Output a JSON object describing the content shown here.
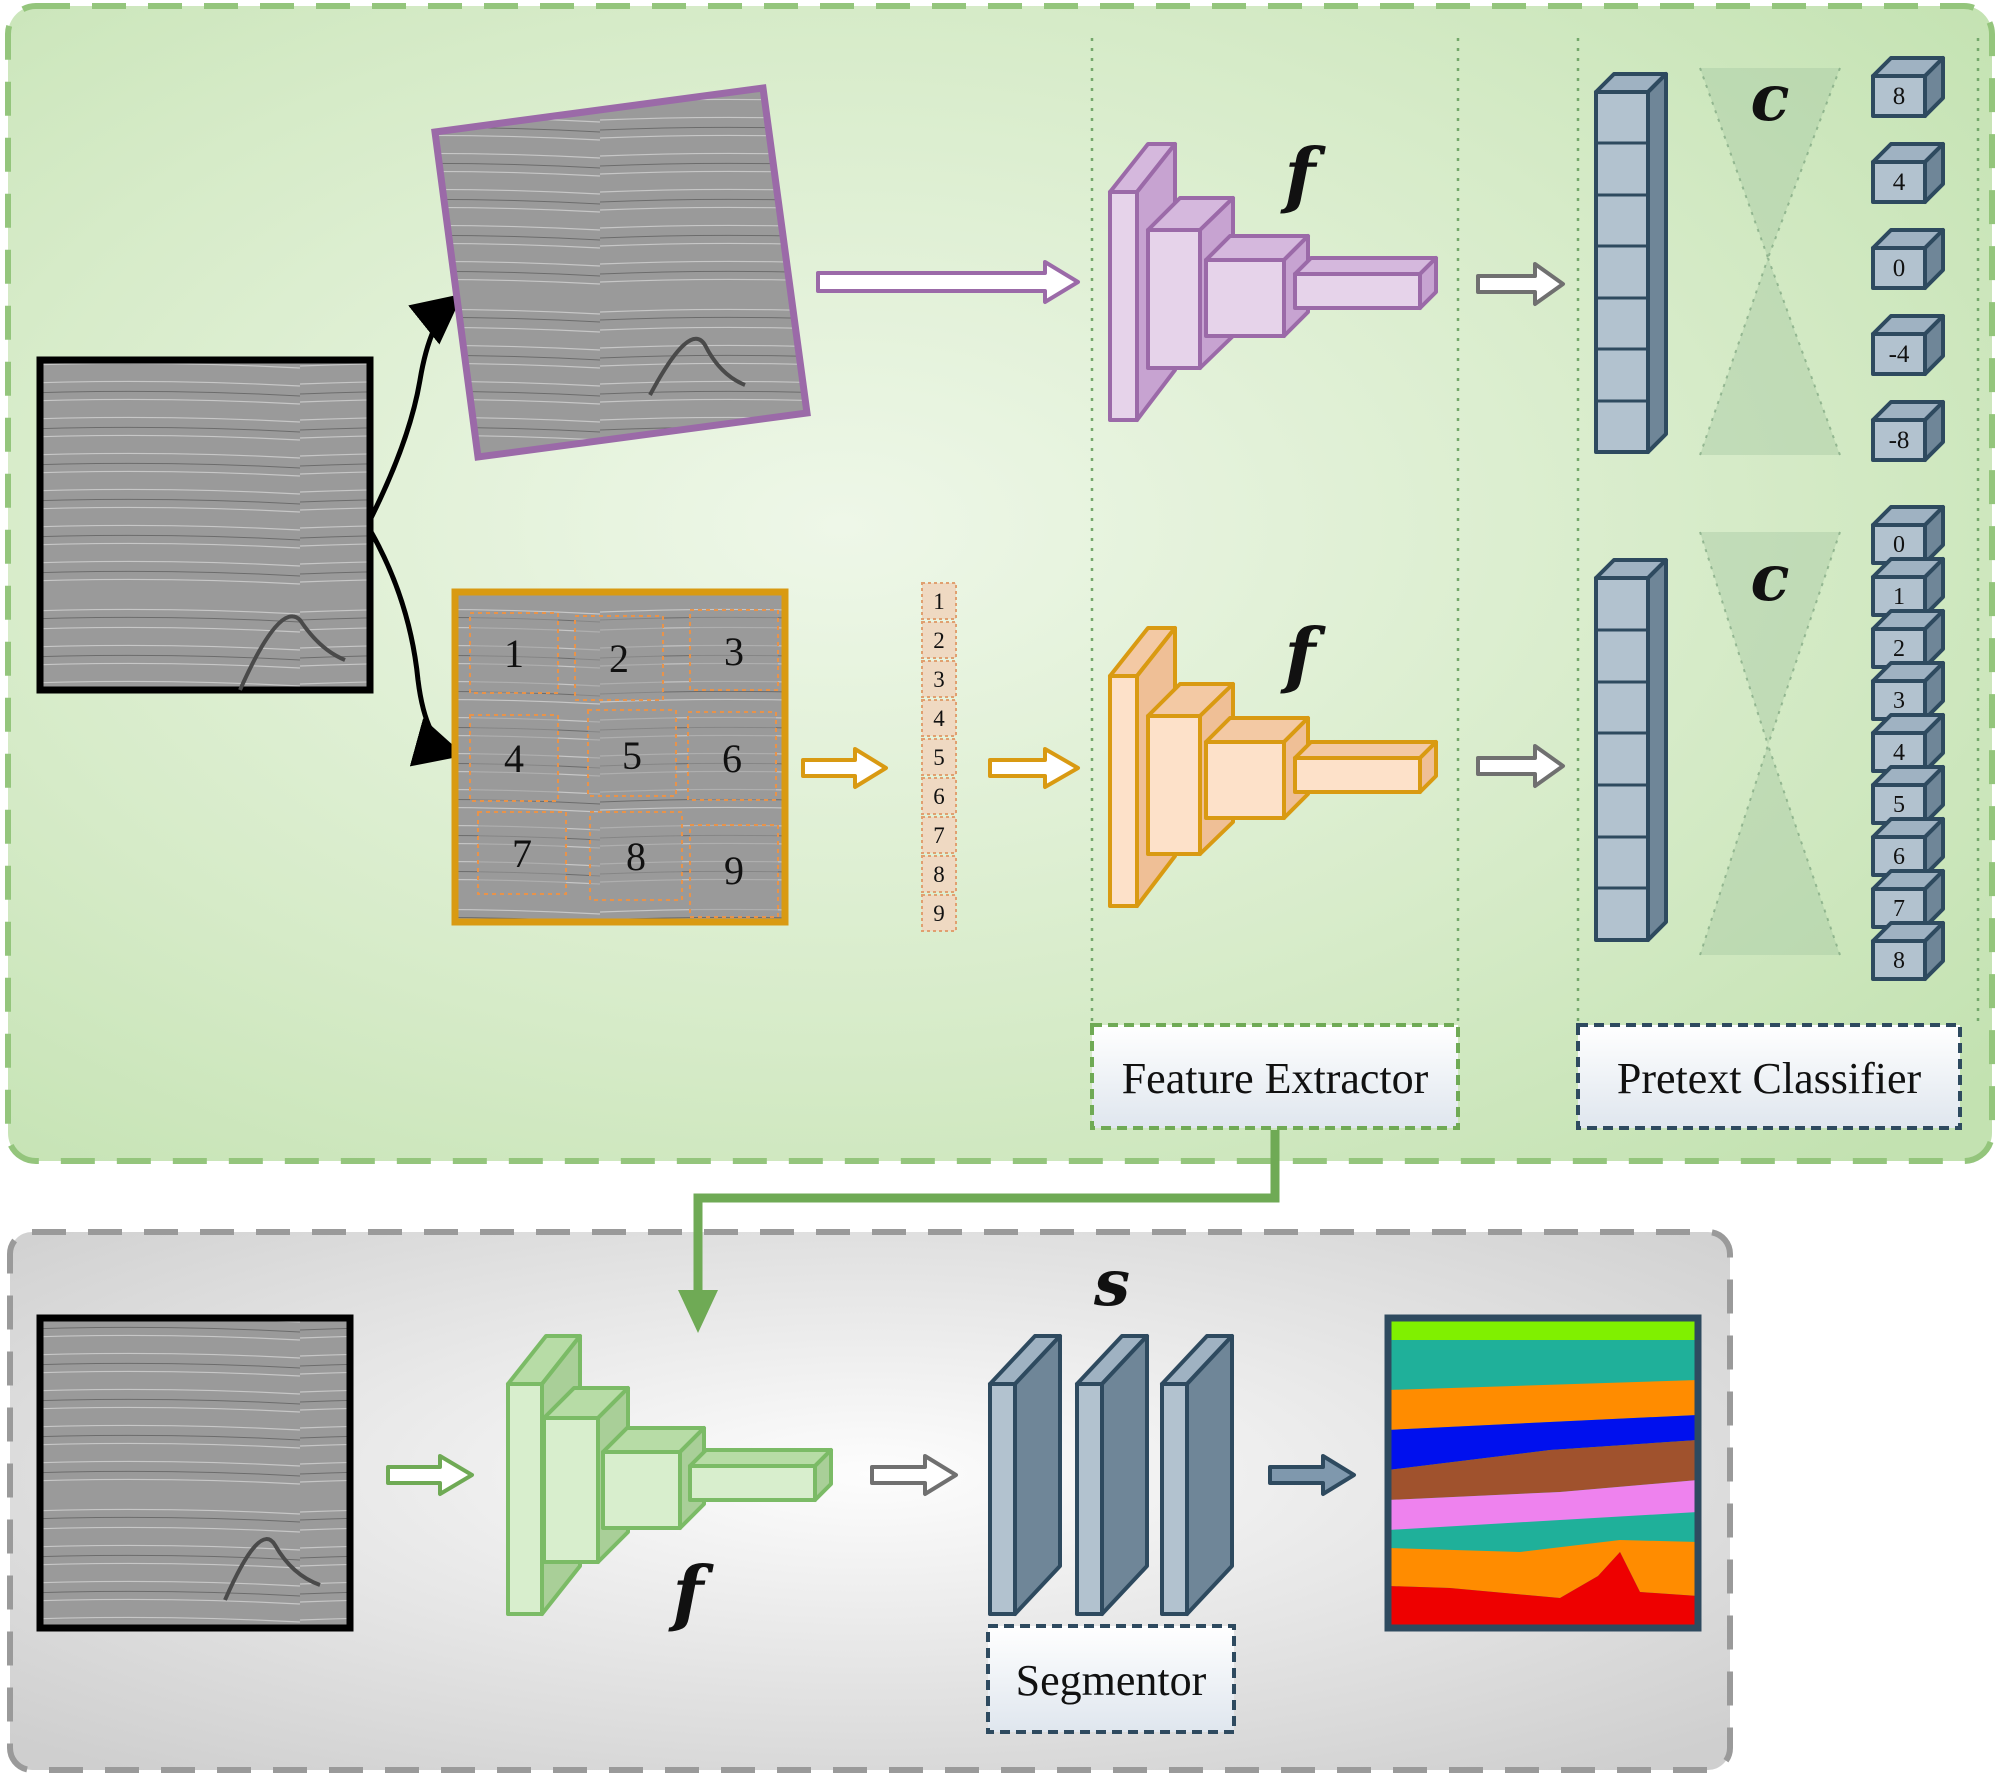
{
  "pretext_stage": {
    "rotation_branch": {
      "network_symbol": "f",
      "classifier_symbol": "c",
      "rotation_labels": [
        "8",
        "4",
        "0",
        "-4",
        "-8"
      ]
    },
    "jigsaw_branch": {
      "tile_labels": [
        "1",
        "2",
        "3",
        "4",
        "5",
        "6",
        "7",
        "8",
        "9"
      ],
      "sequence_labels": [
        "1",
        "2",
        "3",
        "4",
        "5",
        "6",
        "7",
        "8",
        "9"
      ],
      "network_symbol": "f",
      "classifier_symbol": "c",
      "permutation_labels": [
        "0",
        "1",
        "2",
        "3",
        "4",
        "5",
        "6",
        "7",
        "8"
      ]
    },
    "feature_extractor_label": "Feature Extractor",
    "pretext_classifier_label": "Pretext Classifier"
  },
  "downstream_stage": {
    "network_symbol": "f",
    "segmentor_symbol": "s",
    "segmentor_label": "Segmentor"
  },
  "colors": {
    "rotation": "#9b6aa8",
    "jigsaw": "#d99a12",
    "transfer": "#6faa55",
    "classifier": "#2e4a5f",
    "grey_arrow": "#707070"
  }
}
